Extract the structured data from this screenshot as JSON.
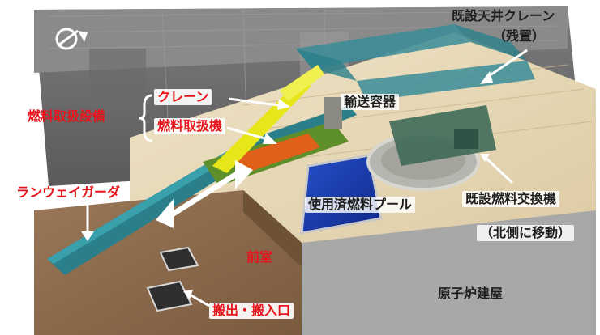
{
  "labels": {
    "ceiling_crane": "既設天井クレーン",
    "ceiling_crane_note": "（残置）",
    "fuel_handling_equipment": "燃料取扱設備",
    "crane": "クレーン",
    "fuel_handling_machine": "燃料取扱機",
    "transport_container": "輸送容器",
    "runway_girder": "ランウェイガーダ",
    "spent_fuel_pool": "使用済燃料プール",
    "existing_refueling_machine": "既設燃料交換機",
    "move_north": "（北側に移動）",
    "anteroom": "前室",
    "reactor_building": "原子炉建屋",
    "entrance": "搬出・搬入口"
  },
  "icons": {
    "compass": "north-arrow-icon"
  },
  "colors": {
    "label_red": "#e8141c",
    "girder_teal": "#2a7f8a",
    "crane_yellow": "#e6e61a",
    "machine_orange": "#e0601a",
    "pool_blue": "#1a3fa8",
    "floor_tan": "#e6d8b8",
    "roof_brown": "#8a6848"
  }
}
